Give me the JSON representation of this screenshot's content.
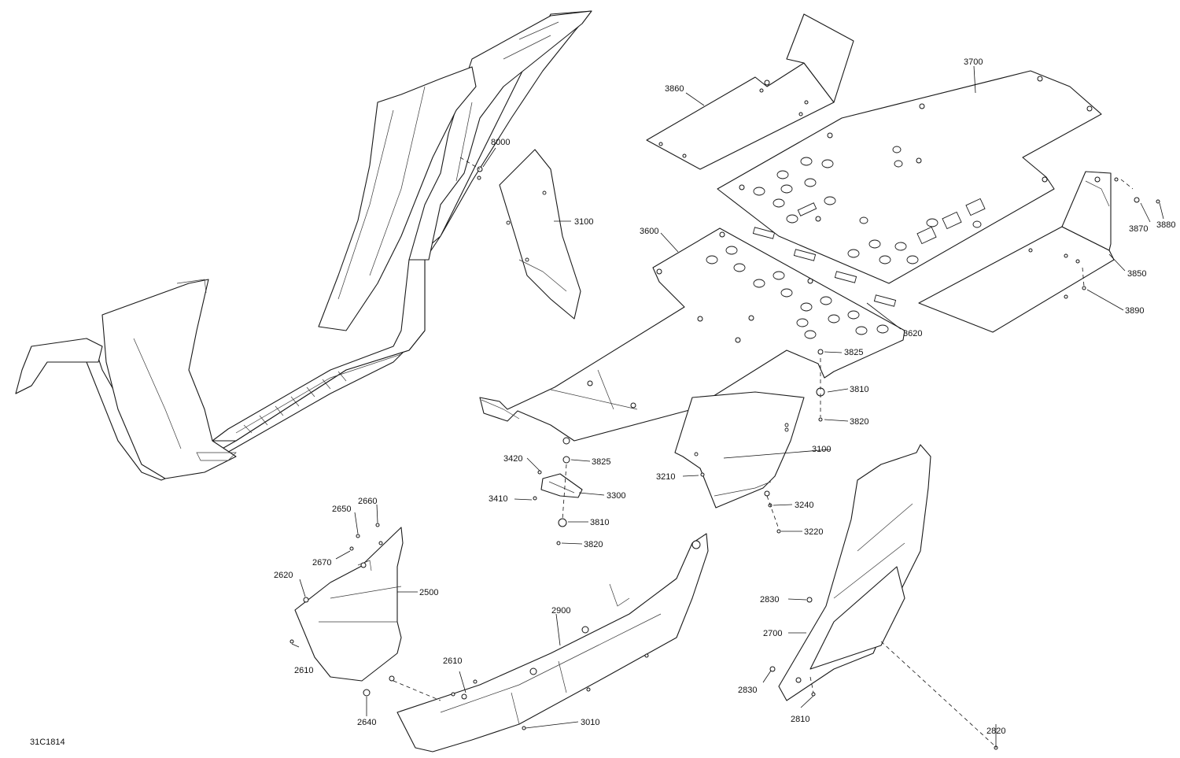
{
  "diagram_ref": "31C1814",
  "callouts": {
    "c8000": "8000",
    "c3100a": "3100",
    "c3100b": "3100",
    "c3600": "3600",
    "c3620": "3620",
    "c3700": "3700",
    "c3860": "3860",
    "c3850": "3850",
    "c3870": "3870",
    "c3880": "3880",
    "c3890": "3890",
    "c3825a": "3825",
    "c3825b": "3825",
    "c3810a": "3810",
    "c3810b": "3810",
    "c3820a": "3820",
    "c3820b": "3820",
    "c3420": "3420",
    "c3410": "3410",
    "c3300": "3300",
    "c3210": "3210",
    "c3240": "3240",
    "c3220": "3220",
    "c2650": "2650",
    "c2660": "2660",
    "c2670": "2670",
    "c2620": "2620",
    "c2500": "2500",
    "c2610a": "2610",
    "c2610b": "2610",
    "c2640": "2640",
    "c2900": "2900",
    "c3010": "3010",
    "c2830a": "2830",
    "c2830b": "2830",
    "c2700": "2700",
    "c2810": "2810",
    "c2820": "2820"
  }
}
